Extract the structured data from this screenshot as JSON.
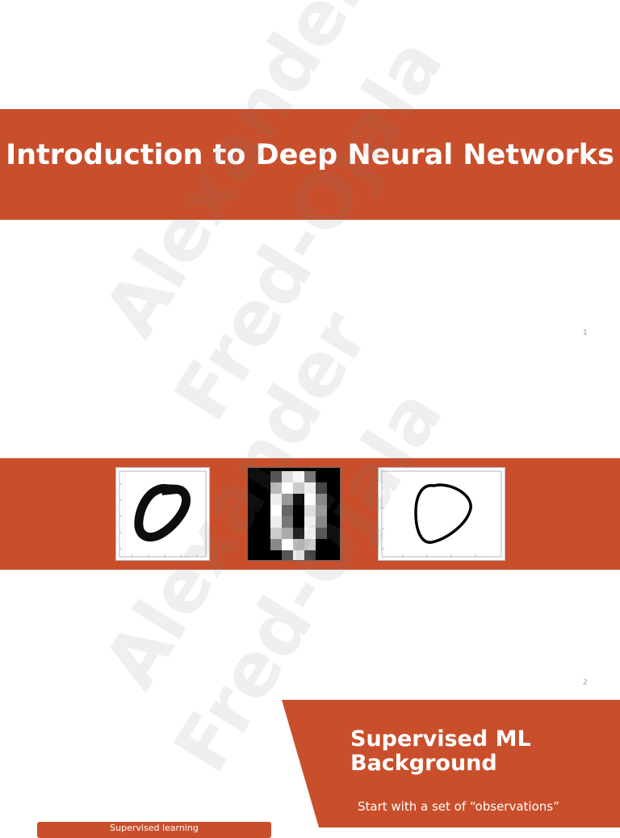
{
  "slide1": {
    "title": "Introduction to Deep Neural Networks",
    "page_number": "1"
  },
  "slide2": {
    "page_number": "2",
    "images": [
      "digit-zero-pixelated",
      "digit-zero-8x8-grayscale",
      "digit-zero-smooth-stroke"
    ]
  },
  "slide3": {
    "title": "Supervised ML Background",
    "bullet": "Start with a set of “observations”",
    "box_text": "Supervised learning"
  },
  "watermark": {
    "first": "Alexander",
    "last": "Fred-Ojala"
  },
  "colors": {
    "accent": "#c94f2c"
  }
}
